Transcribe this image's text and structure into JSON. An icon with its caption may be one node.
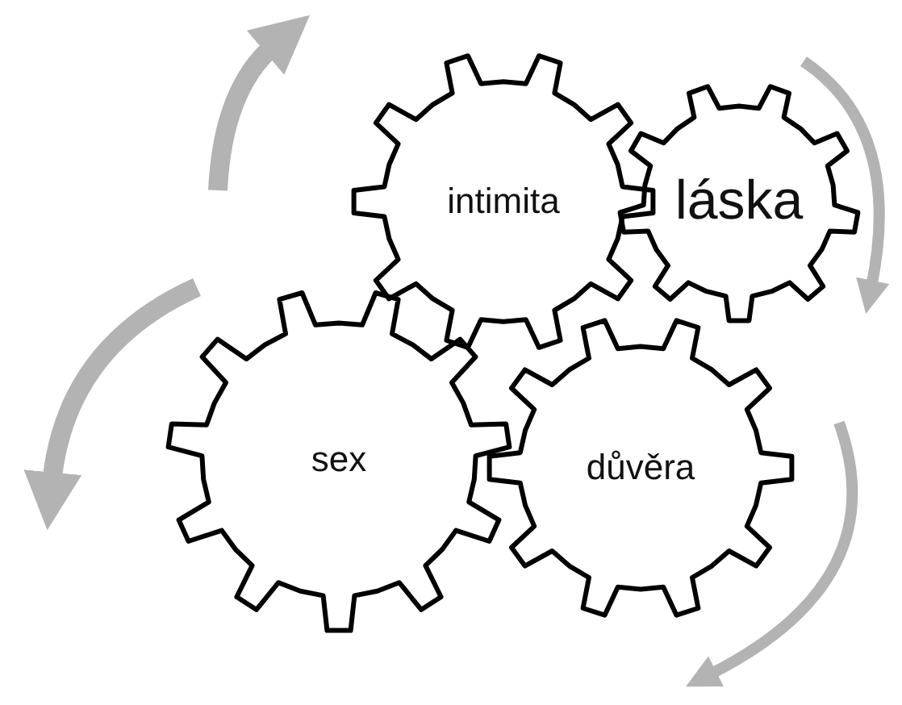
{
  "diagram": {
    "nodes": [
      {
        "text": [
          "intimita"
        ]
      },
      {
        "text": [
          "láska"
        ]
      },
      {
        "text": [
          "sex"
        ]
      },
      {
        "text": [
          "důvěra"
        ]
      }
    ]
  }
}
